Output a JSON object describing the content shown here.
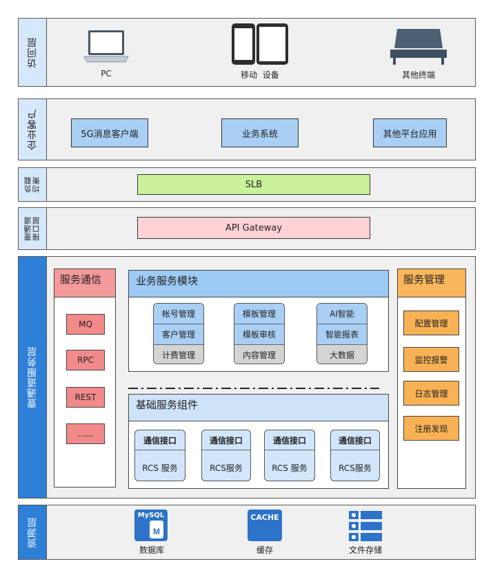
{
  "access": {
    "label": "访问层",
    "devices": [
      {
        "label": "PC",
        "icon": "laptop-icon"
      },
      {
        "label": "移动  设备",
        "icon": "mobile-device-icon"
      },
      {
        "label": "其他终端",
        "icon": "terminal-icon"
      }
    ]
  },
  "enterprise": {
    "label": "企业客户",
    "items": [
      "5G消息客户端",
      "业务系统",
      "其他平台应用"
    ]
  },
  "lb": {
    "label": "负载\n均衡",
    "box": "SLB"
  },
  "gateway": {
    "label": "壹通道\n接口层",
    "box": "API Gateway"
  },
  "service": {
    "label": "壹通道服务层",
    "comm": {
      "title": "服务通信",
      "items": [
        "MQ",
        "RPC",
        "REST",
        "......"
      ]
    },
    "biz": {
      "title": "业务服务模块",
      "modules": [
        [
          "帐号管理",
          "客户管理",
          "计费管理"
        ],
        [
          "模板管理",
          "模板审核",
          "内容管理"
        ],
        [
          "AI智能",
          "智能报表",
          "大数据"
        ]
      ]
    },
    "base": {
      "title": "基础服务组件",
      "components": [
        {
          "top": "通信接口",
          "bottom": "RCS 服务"
        },
        {
          "top": "通信接口",
          "bottom": "RCS服务"
        },
        {
          "top": "通信接口",
          "bottom": "RCS 服务"
        },
        {
          "top": "通信接口",
          "bottom": "RCS服务"
        }
      ]
    },
    "mgmt": {
      "title": "服务管理",
      "items": [
        "配置管理",
        "监控报警",
        "日志管理",
        "注册发现"
      ]
    }
  },
  "resource": {
    "label": "资源层",
    "items": [
      {
        "label": "数据库",
        "icon": "mysql-database-icon",
        "badge": "MySQL"
      },
      {
        "label": "缓存",
        "icon": "cache-icon",
        "badge": "CACHE"
      },
      {
        "label": "文件存储",
        "icon": "file-storage-icon"
      }
    ]
  },
  "colors": {
    "accent_blue": "#2e7fd8",
    "light_blue": "#a9cff5",
    "green": "#c9f29a",
    "pink": "#ffd2d6",
    "red": "#f28a8a",
    "orange": "#f8b154"
  }
}
